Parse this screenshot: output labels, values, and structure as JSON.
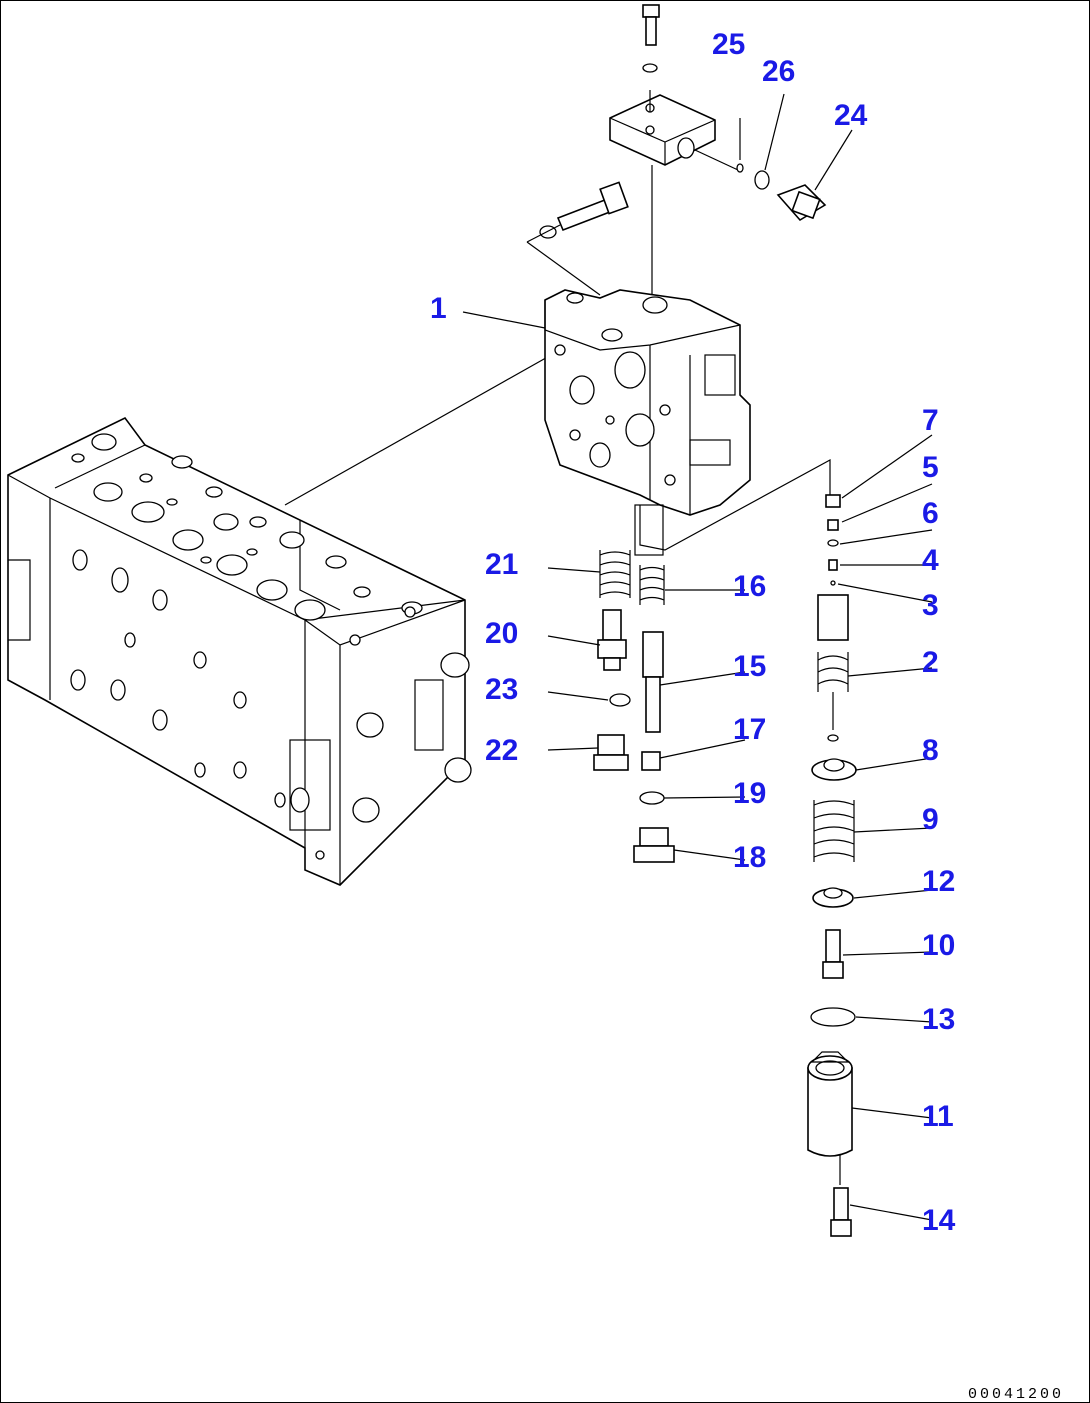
{
  "diagram": {
    "drawing_code": "00041200",
    "callouts": [
      {
        "num": "1"
      },
      {
        "num": "2"
      },
      {
        "num": "3"
      },
      {
        "num": "4"
      },
      {
        "num": "5"
      },
      {
        "num": "6"
      },
      {
        "num": "7"
      },
      {
        "num": "8"
      },
      {
        "num": "9"
      },
      {
        "num": "10"
      },
      {
        "num": "11"
      },
      {
        "num": "12"
      },
      {
        "num": "13"
      },
      {
        "num": "14"
      },
      {
        "num": "15"
      },
      {
        "num": "16"
      },
      {
        "num": "17"
      },
      {
        "num": "18"
      },
      {
        "num": "19"
      },
      {
        "num": "20"
      },
      {
        "num": "21"
      },
      {
        "num": "22"
      },
      {
        "num": "23"
      },
      {
        "num": "24"
      },
      {
        "num": "25"
      },
      {
        "num": "26"
      }
    ]
  }
}
